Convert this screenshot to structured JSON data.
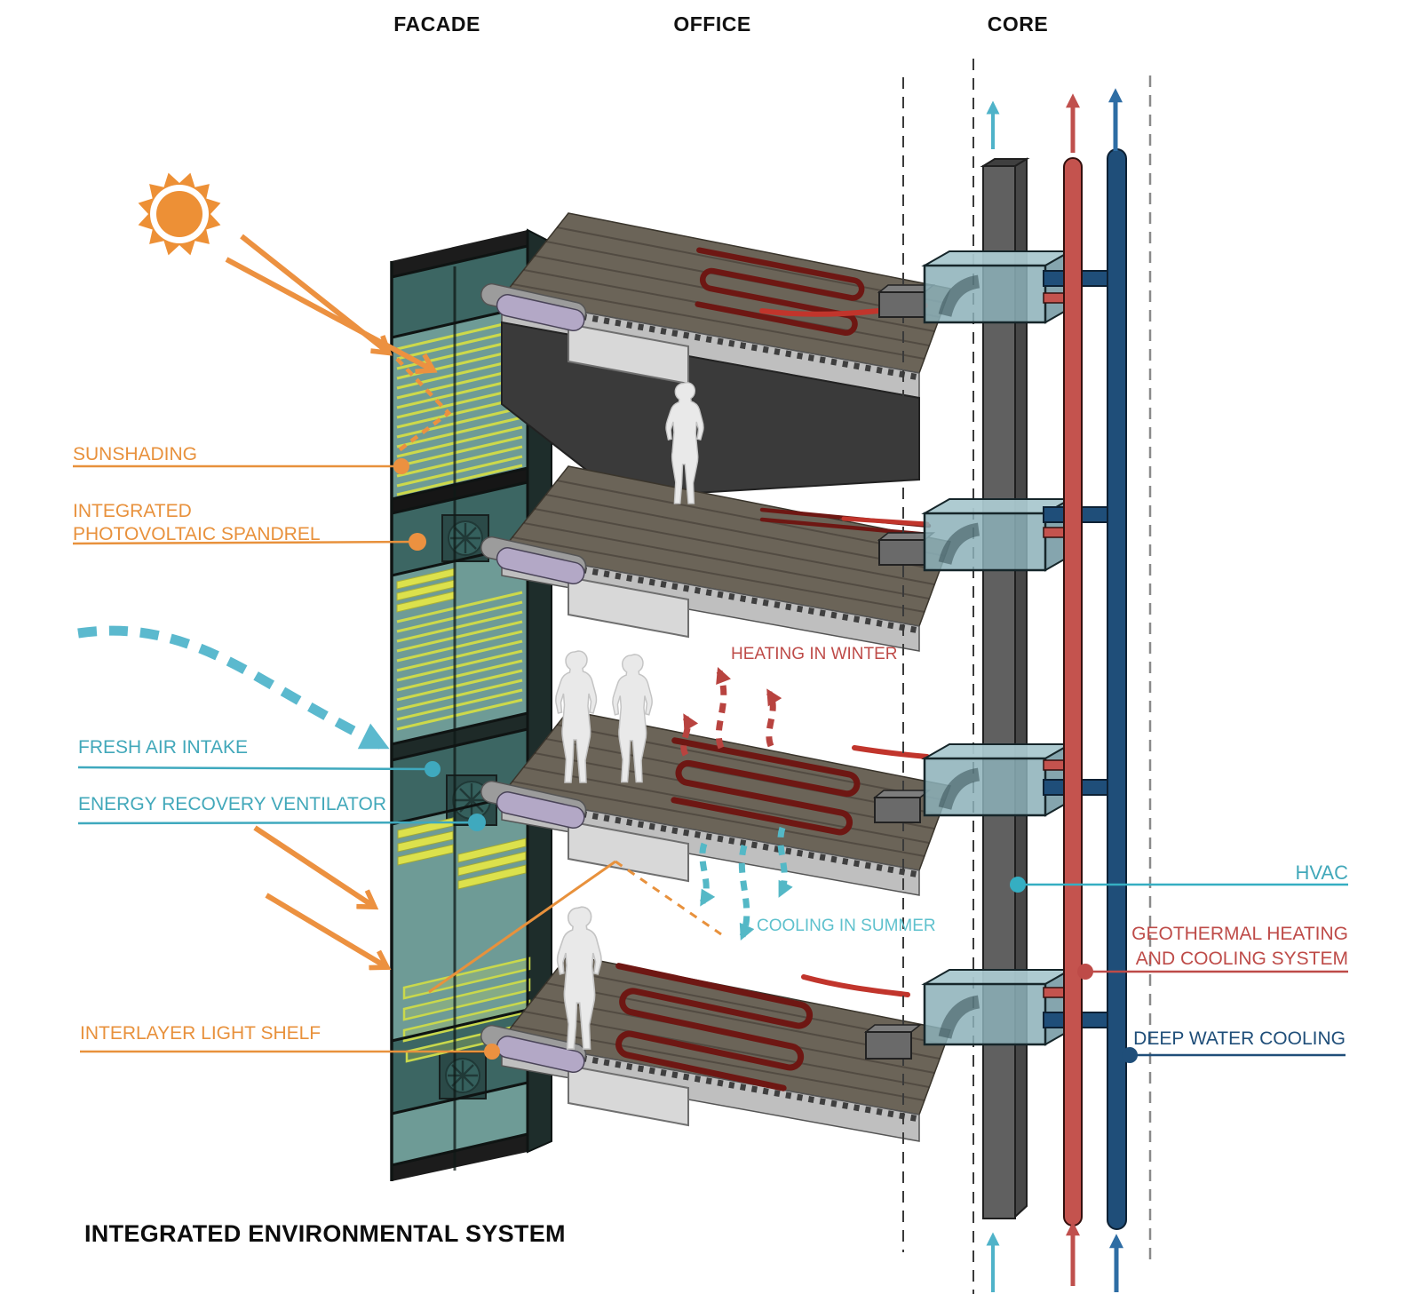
{
  "sections": {
    "facade": "FACADE",
    "office": "OFFICE",
    "core": "CORE"
  },
  "title": "INTEGRATED ENVIRONMENTAL SYSTEM",
  "callouts": {
    "sunshading": "SUNSHADING",
    "pv_spandrel_line1": "INTEGRATED",
    "pv_spandrel_line2": "PHOTOVOLTAIC SPANDREL",
    "fresh_air_intake": "FRESH AIR INTAKE",
    "energy_recovery_ventilator": "ENERGY RECOVERY VENTILATOR",
    "interlayer_light_shelf": "INTERLAYER LIGHT SHELF",
    "heating_in_winter": "HEATING IN WINTER",
    "cooling_in_summer": "COOLING IN SUMMER",
    "hvac": "HVAC",
    "geothermal_line1": "GEOTHERMAL HEATING",
    "geothermal_line2": "AND COOLING SYSTEM",
    "deep_water_cooling": "DEEP WATER COOLING"
  },
  "colors": {
    "orange": "#E8913C",
    "teal_label": "#42A8BA",
    "teal_arrow": "#5BB9CE",
    "red_label": "#BE4B48",
    "coil_dark_red": "#6E1713",
    "supply_bright_red": "#C1352C",
    "deep_blue_pipe": "#1F4E79",
    "red_pipe": "#C4534E",
    "glass_teal": "#6E9B96",
    "spandrel_teal": "#3C6663",
    "louver_yellow": "#CCD94B",
    "duct_gray": "#606060",
    "title_black": "#111111"
  }
}
